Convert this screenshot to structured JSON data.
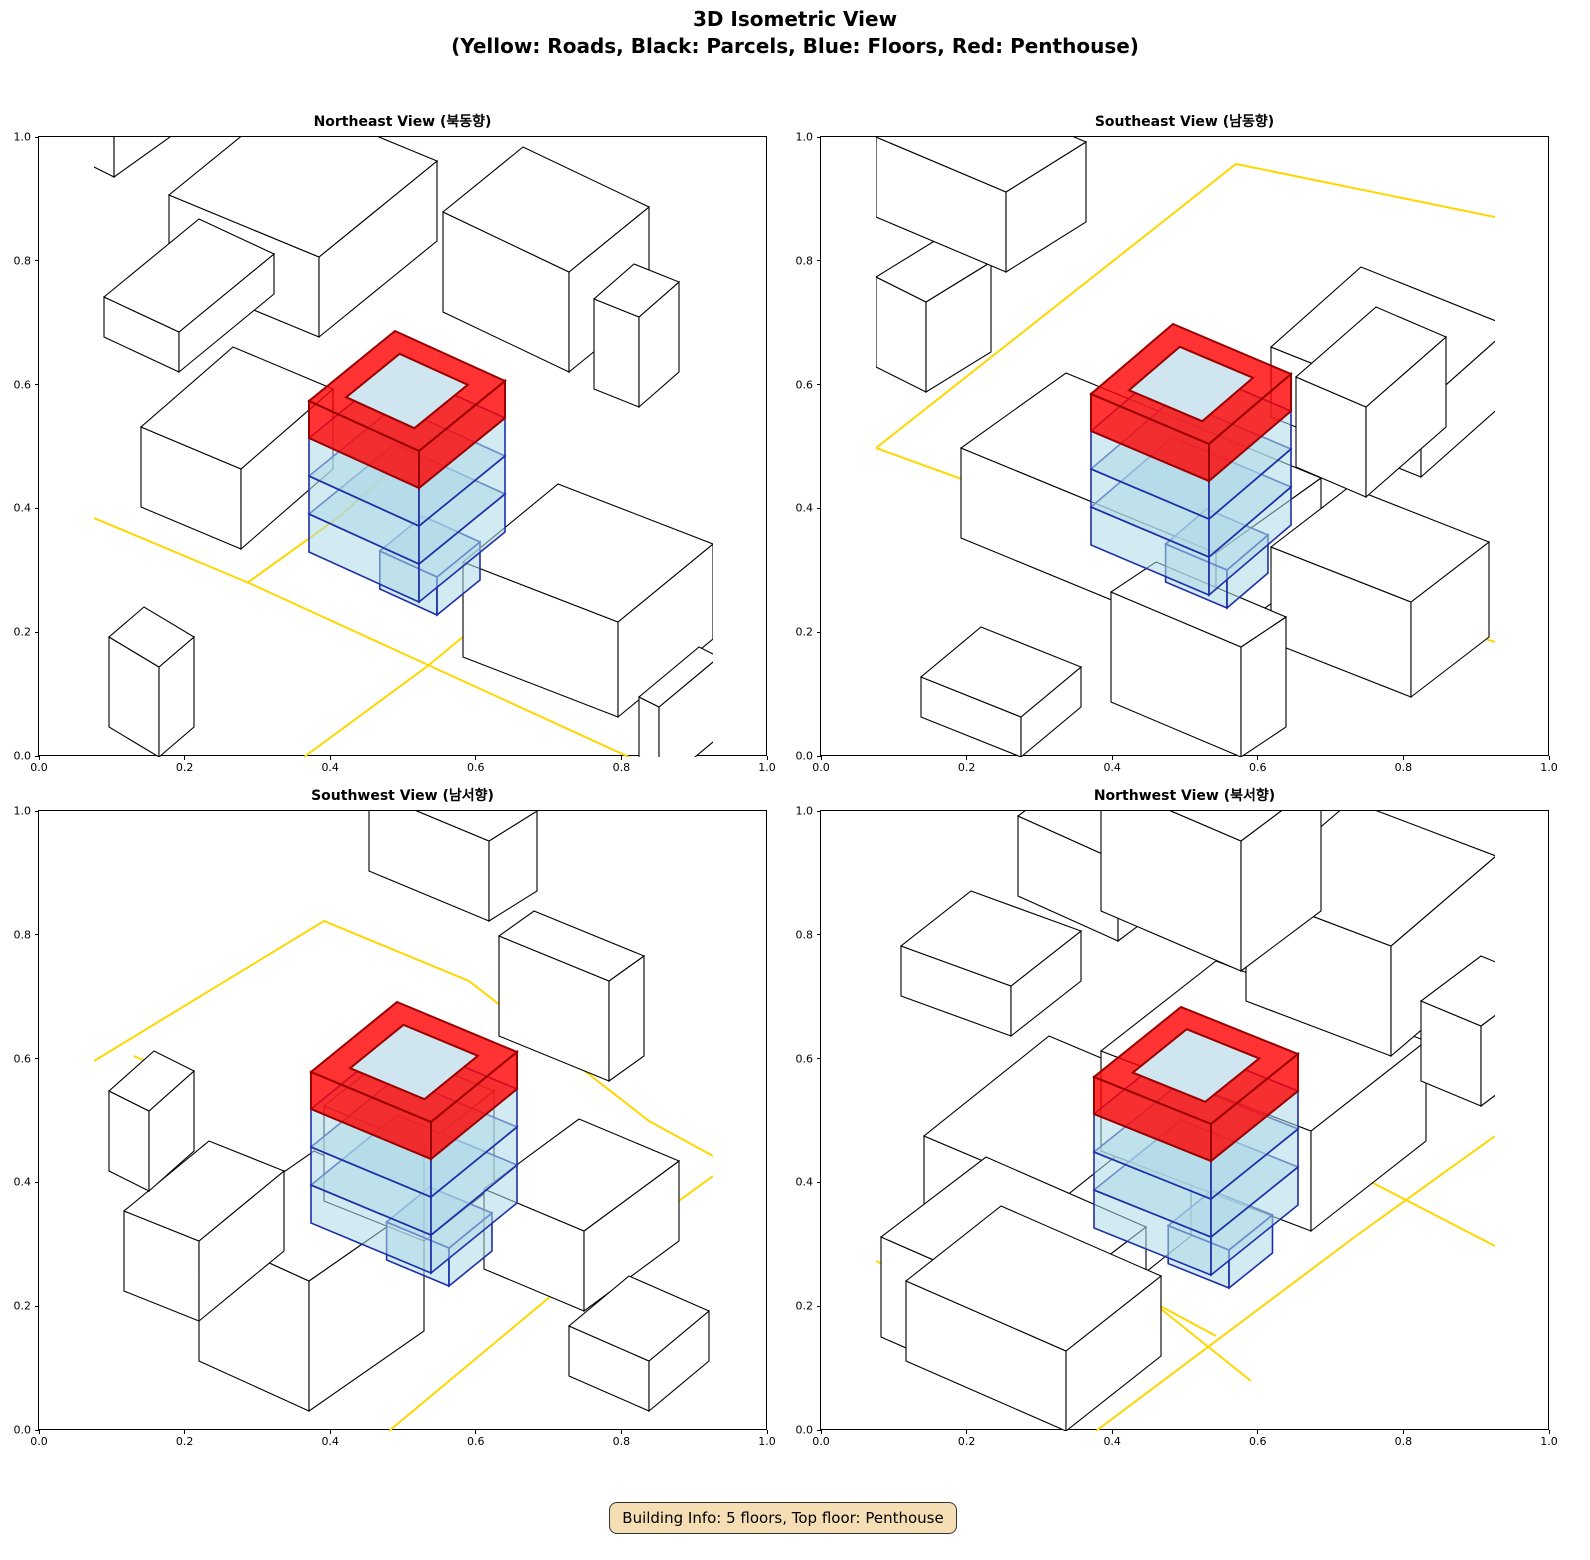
{
  "figure": {
    "title_line1": "3D Isometric View",
    "title_line2": "(Yellow: Roads, Black: Parcels, Blue: Floors, Red: Penthouse)"
  },
  "panels": [
    {
      "title": "Northeast View (북동향)"
    },
    {
      "title": "Southeast View (남동향)"
    },
    {
      "title": "Southwest View (남서향)"
    },
    {
      "title": "Northwest View (북서향)"
    }
  ],
  "axes": {
    "xticks": [
      "0.0",
      "0.2",
      "0.4",
      "0.6",
      "0.8",
      "1.0"
    ],
    "yticks": [
      "0.0",
      "0.2",
      "0.4",
      "0.6",
      "0.8",
      "1.0"
    ],
    "xlim": [
      0,
      1
    ],
    "ylim": [
      0,
      1
    ]
  },
  "colors": {
    "road": "#ffd700",
    "parcel": "#000000",
    "floor": "#add8e6",
    "floor_edge": "#1f2fa8",
    "penthouse": "#ff0000"
  },
  "info_box": "Building Info: 5 floors, Top floor: Penthouse"
}
